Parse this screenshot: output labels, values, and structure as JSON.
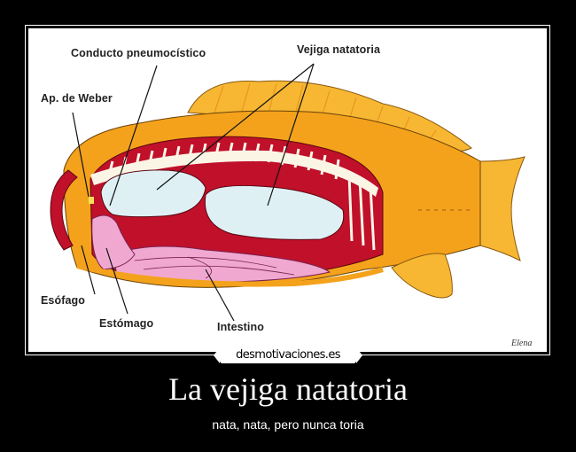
{
  "poster": {
    "title": "La vejiga natatoria",
    "subtitle": "nata, nata, pero nunca toria",
    "watermark": "desmotivaciones.es"
  },
  "diagram": {
    "subject": "fish-anatomy-swim-bladder",
    "labels": {
      "conducto": "Conducto pneumocístico",
      "vejiga": "Vejiga natatoria",
      "weber": "Ap. de Weber",
      "esofago": "Esófago",
      "estomago": "Estómago",
      "intestino": "Intestino"
    },
    "signature": "Elena",
    "colors": {
      "body": "#f4a21c",
      "fin": "#f7b733",
      "muscle": "#c0102a",
      "bladder": "#dff0f5",
      "gut": "#f0a8d0",
      "bone": "#fbf5e6"
    }
  }
}
